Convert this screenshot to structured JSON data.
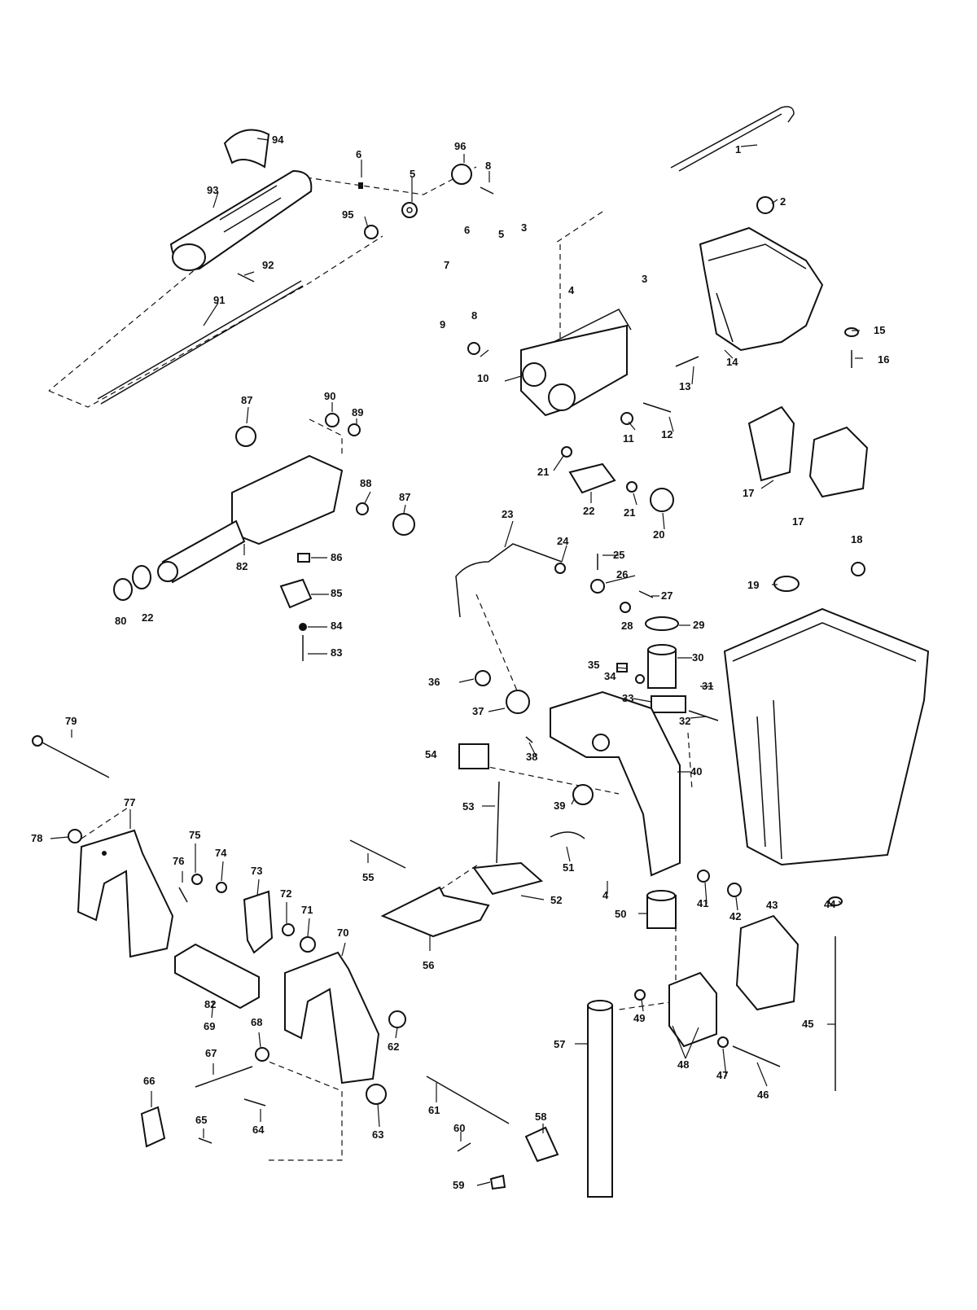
{
  "diagram": {
    "labels": [
      {
        "key": "p1",
        "text": "1"
      },
      {
        "key": "p2",
        "text": "2"
      },
      {
        "key": "p3a",
        "text": "3"
      },
      {
        "key": "p3b",
        "text": "3"
      },
      {
        "key": "p4a",
        "text": "4"
      },
      {
        "key": "p4b",
        "text": "4"
      },
      {
        "key": "p5a",
        "text": "5"
      },
      {
        "key": "p5b",
        "text": "5"
      },
      {
        "key": "p6a",
        "text": "6"
      },
      {
        "key": "p6b",
        "text": "6"
      },
      {
        "key": "p7",
        "text": "7"
      },
      {
        "key": "p8a",
        "text": "8"
      },
      {
        "key": "p8b",
        "text": "8"
      },
      {
        "key": "p9",
        "text": "9"
      },
      {
        "key": "p10",
        "text": "10"
      },
      {
        "key": "p11",
        "text": "11"
      },
      {
        "key": "p12",
        "text": "12"
      },
      {
        "key": "p13",
        "text": "13"
      },
      {
        "key": "p14",
        "text": "14"
      },
      {
        "key": "p15",
        "text": "15"
      },
      {
        "key": "p16",
        "text": "16"
      },
      {
        "key": "p17a",
        "text": "17"
      },
      {
        "key": "p17b",
        "text": "17"
      },
      {
        "key": "p18",
        "text": "18"
      },
      {
        "key": "p19",
        "text": "19"
      },
      {
        "key": "p20",
        "text": "20"
      },
      {
        "key": "p21a",
        "text": "21"
      },
      {
        "key": "p21b",
        "text": "21"
      },
      {
        "key": "p22a",
        "text": "22"
      },
      {
        "key": "p22b",
        "text": "22"
      },
      {
        "key": "p23",
        "text": "23"
      },
      {
        "key": "p24",
        "text": "24"
      },
      {
        "key": "p25",
        "text": "25"
      },
      {
        "key": "p26",
        "text": "26"
      },
      {
        "key": "p27",
        "text": "27"
      },
      {
        "key": "p28",
        "text": "28"
      },
      {
        "key": "p29",
        "text": "29"
      },
      {
        "key": "p30",
        "text": "30"
      },
      {
        "key": "p31",
        "text": "31"
      },
      {
        "key": "p32",
        "text": "32"
      },
      {
        "key": "p33",
        "text": "33"
      },
      {
        "key": "p34",
        "text": "34"
      },
      {
        "key": "p35",
        "text": "35"
      },
      {
        "key": "p36",
        "text": "36"
      },
      {
        "key": "p37",
        "text": "37"
      },
      {
        "key": "p38",
        "text": "38"
      },
      {
        "key": "p39",
        "text": "39"
      },
      {
        "key": "p40",
        "text": "40"
      },
      {
        "key": "p41",
        "text": "41"
      },
      {
        "key": "p42",
        "text": "42"
      },
      {
        "key": "p43",
        "text": "43"
      },
      {
        "key": "p44",
        "text": "44"
      },
      {
        "key": "p45",
        "text": "45"
      },
      {
        "key": "p46",
        "text": "46"
      },
      {
        "key": "p47",
        "text": "47"
      },
      {
        "key": "p48",
        "text": "48"
      },
      {
        "key": "p49",
        "text": "49"
      },
      {
        "key": "p50",
        "text": "50"
      },
      {
        "key": "p51",
        "text": "51"
      },
      {
        "key": "p52",
        "text": "52"
      },
      {
        "key": "p53",
        "text": "53"
      },
      {
        "key": "p54",
        "text": "54"
      },
      {
        "key": "p55",
        "text": "55"
      },
      {
        "key": "p56",
        "text": "56"
      },
      {
        "key": "p57",
        "text": "57"
      },
      {
        "key": "p58",
        "text": "58"
      },
      {
        "key": "p59",
        "text": "59"
      },
      {
        "key": "p60",
        "text": "60"
      },
      {
        "key": "p61",
        "text": "61"
      },
      {
        "key": "p62",
        "text": "62"
      },
      {
        "key": "p63",
        "text": "63"
      },
      {
        "key": "p64",
        "text": "64"
      },
      {
        "key": "p65",
        "text": "65"
      },
      {
        "key": "p66",
        "text": "66"
      },
      {
        "key": "p67",
        "text": "67"
      },
      {
        "key": "p68",
        "text": "68"
      },
      {
        "key": "p69",
        "text": "69"
      },
      {
        "key": "p70",
        "text": "70"
      },
      {
        "key": "p71",
        "text": "71"
      },
      {
        "key": "p72",
        "text": "72"
      },
      {
        "key": "p73",
        "text": "73"
      },
      {
        "key": "p74",
        "text": "74"
      },
      {
        "key": "p75",
        "text": "75"
      },
      {
        "key": "p76",
        "text": "76"
      },
      {
        "key": "p77",
        "text": "77"
      },
      {
        "key": "p78",
        "text": "78"
      },
      {
        "key": "p79",
        "text": "79"
      },
      {
        "key": "p80",
        "text": "80"
      },
      {
        "key": "p82a",
        "text": "82"
      },
      {
        "key": "p82b",
        "text": "82"
      },
      {
        "key": "p83",
        "text": "83"
      },
      {
        "key": "p84",
        "text": "84"
      },
      {
        "key": "p85",
        "text": "85"
      },
      {
        "key": "p86",
        "text": "86"
      },
      {
        "key": "p87a",
        "text": "87"
      },
      {
        "key": "p87b",
        "text": "87"
      },
      {
        "key": "p88",
        "text": "88"
      },
      {
        "key": "p89",
        "text": "89"
      },
      {
        "key": "p90",
        "text": "90"
      },
      {
        "key": "p91",
        "text": "91"
      },
      {
        "key": "p92",
        "text": "92"
      },
      {
        "key": "p93",
        "text": "93"
      },
      {
        "key": "p94",
        "text": "94"
      },
      {
        "key": "p95",
        "text": "95"
      },
      {
        "key": "p96",
        "text": "96"
      }
    ]
  }
}
